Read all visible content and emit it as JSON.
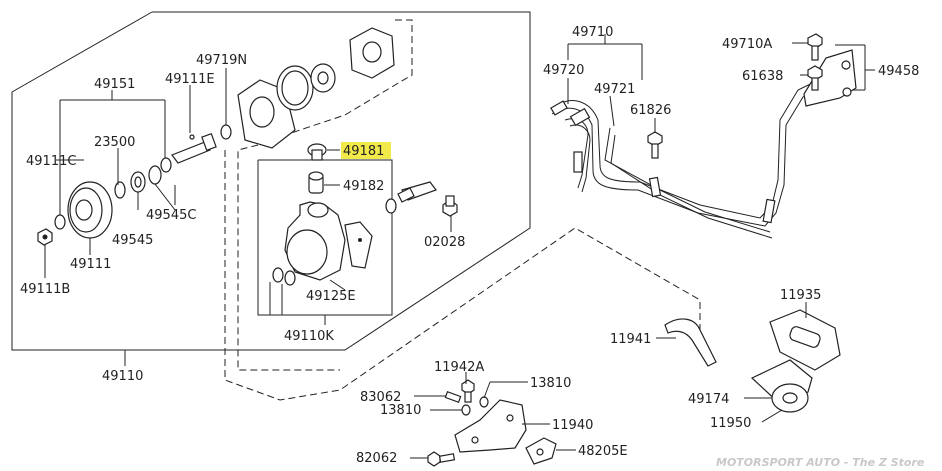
{
  "diagram": {
    "highlight_color": "#f2ea4a",
    "parts": {
      "p49151": "49151",
      "p49111E": "49111E",
      "p49719N": "49719N",
      "p23500": "23500",
      "p49111C": "49111C",
      "p49545C": "49545C",
      "p49545": "49545",
      "p49111": "49111",
      "p49111B": "49111B",
      "p49181": "49181",
      "p49182": "49182",
      "p02028": "02028",
      "p49125E": "49125E",
      "p49110K": "49110K",
      "p49110": "49110",
      "p49710": "49710",
      "p49720": "49720",
      "p49721": "49721",
      "p61826": "61826",
      "p49710A": "49710A",
      "p61638": "61638",
      "p49458": "49458",
      "p11935": "11935",
      "p11941": "11941",
      "p49174": "49174",
      "p11950": "11950",
      "p11942A": "11942A",
      "p13810a": "13810",
      "p83062": "83062",
      "p13810b": "13810",
      "p11940": "11940",
      "p82062": "82062",
      "p48205E": "48205E"
    },
    "watermark": "MOTORSPORT AUTO - The Z Store"
  }
}
